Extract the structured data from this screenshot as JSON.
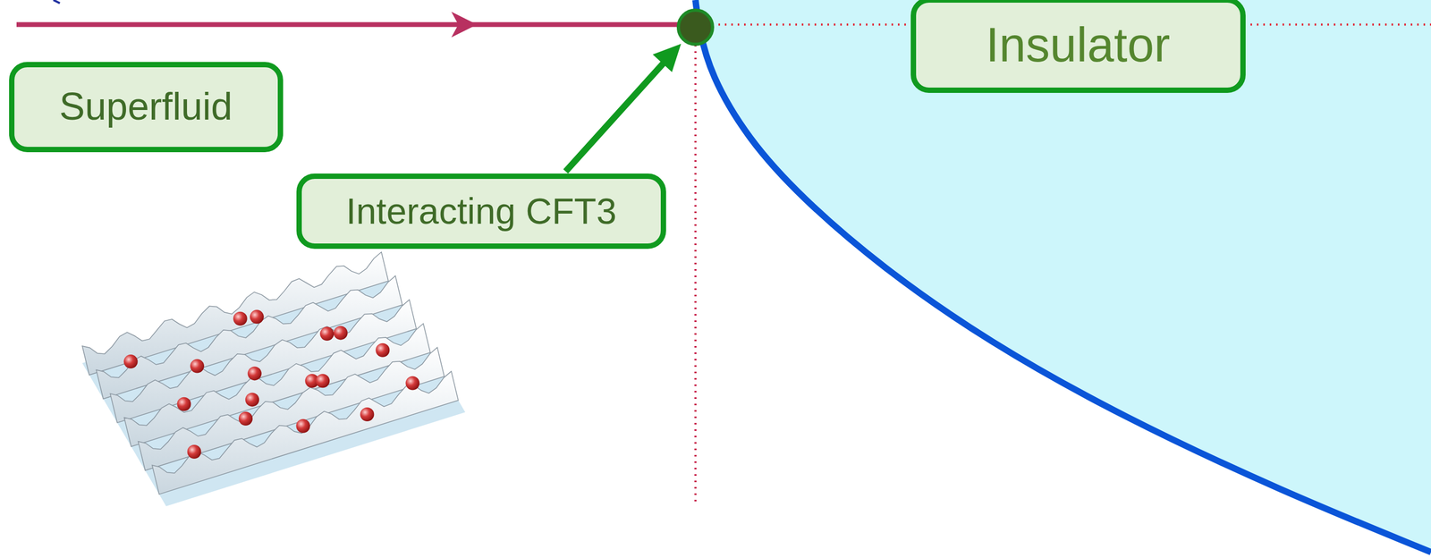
{
  "diagram": {
    "nodes": [
      {
        "text": [
          "Superfluid"
        ]
      },
      {
        "text": [
          "Interacting CFT3"
        ]
      },
      {
        "text": [
          "Insulator"
        ]
      }
    ]
  }
}
